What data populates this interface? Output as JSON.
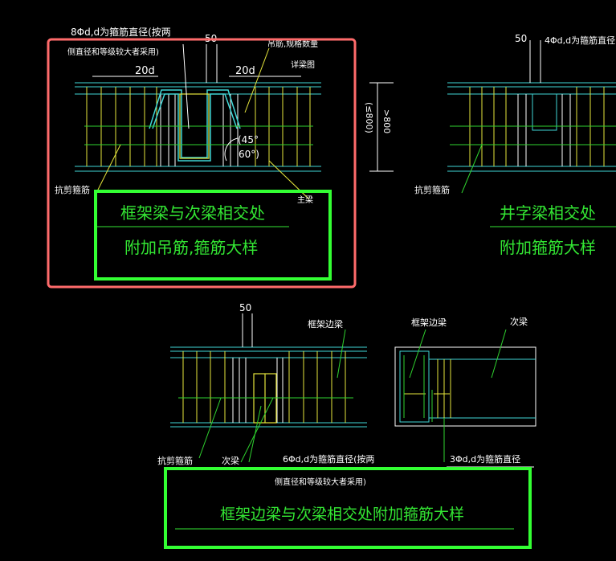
{
  "labels": {
    "tl_dim_note_line1": "8Φd,d为箍筋直径(按两",
    "tl_dim_note_line2": "侧直径和等级较大者采用)",
    "tl_dim_50": "50",
    "tl_hanger_note_line1": "吊筋,规格数量",
    "tl_hanger_note_line2": "详梁图",
    "tl_20d_left": "20d",
    "tl_20d_right": "20d",
    "tl_angle": "(45°",
    "tl_angle2": "60°)",
    "tl_height_a": "(≤800)",
    "tl_height_b": ">800",
    "tl_shear": "抗剪箍筋",
    "tl_main_beam": "主梁",
    "tl_title_line1": "框架梁与次梁相交处",
    "tl_title_line2": "附加吊筋,箍筋大样",
    "tr_dim_50": "50",
    "tr_note": "4Φd,d为箍筋直径",
    "tr_shear": "抗剪箍筋",
    "tr_title_line1": "井字梁相交处",
    "tr_title_line2": "附加箍筋大样",
    "b_dim_50": "50",
    "b_frame_edge": "框架边梁",
    "b_frame_edge2": "框架边梁",
    "b_secondary": "次梁",
    "b_shear": "抗剪箍筋",
    "b_secondary2": "次梁",
    "b_note_line1": "6Φd,d为箍筋直径(按两",
    "b_note_line2": "侧直径和等级较大者采用)",
    "b_right_note": "3Φd,d为箍筋直径",
    "b_title": "框架边梁与次梁相交处附加箍筋大样"
  },
  "colors": {
    "background": "#000000",
    "highlight_red": "#ff6b6b",
    "highlight_green": "#33ff33",
    "title_green": "#33e633",
    "cad_white": "#ffffff",
    "cad_cyan": "#3fd6d6",
    "cad_yellow": "#e6e63c",
    "cad_green": "#2fd32f"
  }
}
